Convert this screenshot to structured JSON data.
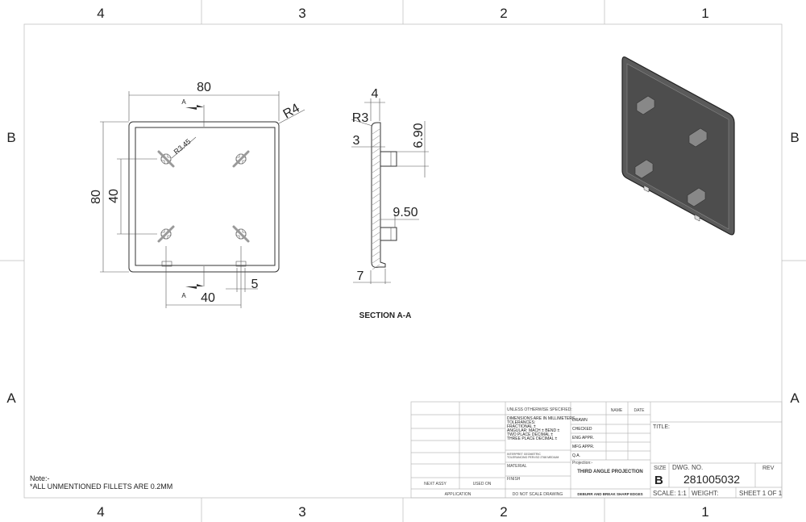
{
  "zones": {
    "columns": [
      "4",
      "3",
      "2",
      "1"
    ],
    "rows": [
      "B",
      "A"
    ]
  },
  "front_view": {
    "width": "80",
    "height": "80",
    "hole_spacing_v": "40",
    "hole_spacing_h": "40",
    "corner_radius": "R4",
    "hole_radius": "R3.45",
    "tab_width": "5",
    "section_label": "A"
  },
  "section_view": {
    "thickness": "4",
    "radius": "R3",
    "wall": "3",
    "boss_height": "6.90",
    "boss_length": "9.50",
    "hook": "7",
    "title": "SECTION A-A"
  },
  "note": {
    "line1": "Note:-",
    "line2": "*ALL UNMENTIONED FILLETS ARE 0.2MM"
  },
  "title_block": {
    "unless": "UNLESS OTHERWISE SPECIFIED:",
    "tol_lines": [
      "DIMENSIONS ARE IN MILLIMETERS",
      "TOLERANCES:",
      "FRACTIONAL ±",
      "ANGULAR: MACH ±    BEND ±",
      "TWO PLACE DECIMAL    ±",
      "THREE PLACE DECIMAL   ±"
    ],
    "interpret": [
      "INTERPRET GEOMETRIC",
      "TOLERANCING PER:ISO 2768 MEDIUM"
    ],
    "material": "MATERIAL",
    "finish": "FINISH",
    "next_assy": "NEXT ASSY",
    "used_on": "USED ON",
    "application": "APPLICATION",
    "do_not_scale": "DO NOT SCALE DRAWING",
    "name": "NAME",
    "date": "DATE",
    "roles": [
      "DRAWN",
      "CHECKED",
      "ENG APPR.",
      "MFG APPR.",
      "Q.A."
    ],
    "projection_label": "Projection:-",
    "projection": "THIRD ANGLE PROJECTION",
    "deburr": "DEBURR AND BREAK SHARP EDGES",
    "title": "TITLE:",
    "size_label": "SIZE",
    "size": "B",
    "dwg_label": "DWG.  NO.",
    "dwg_no": "281005032",
    "rev": "REV",
    "scale": "SCALE: 1:1",
    "weight": "WEIGHT:",
    "sheet": "SHEET 1 OF 1"
  }
}
